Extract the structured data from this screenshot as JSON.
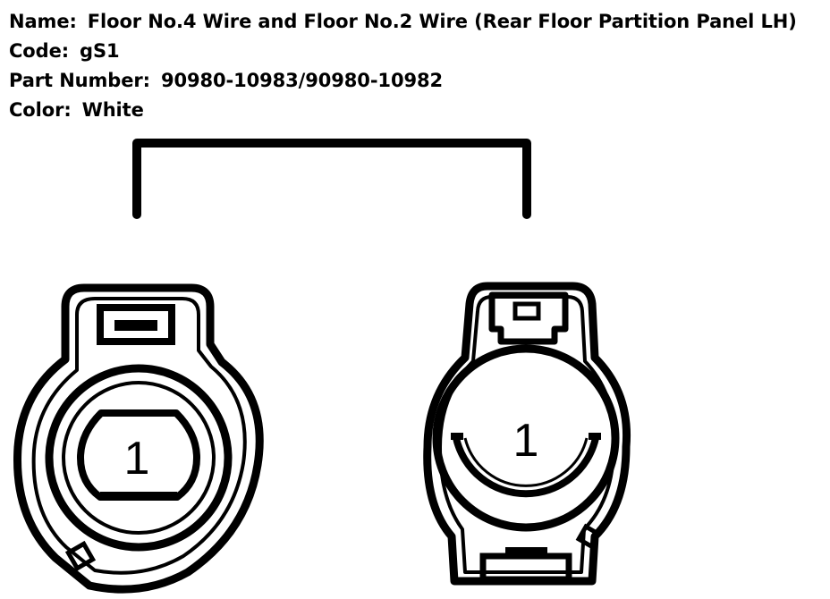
{
  "header": {
    "name_label": "Name:",
    "name_value": "Floor No.4 Wire and Floor No.2 Wire (Rear Floor Partition Panel LH)",
    "code_label": "Code:",
    "code_value": "gS1",
    "part_label": "Part Number:",
    "part_value": "90980-10983/90980-10982",
    "color_label": "Color:",
    "color_value": "White"
  },
  "connectors": {
    "left": {
      "pin": "1"
    },
    "right": {
      "pin": "1"
    }
  },
  "colors": {
    "ink": "#000000",
    "background": "#ffffff"
  }
}
